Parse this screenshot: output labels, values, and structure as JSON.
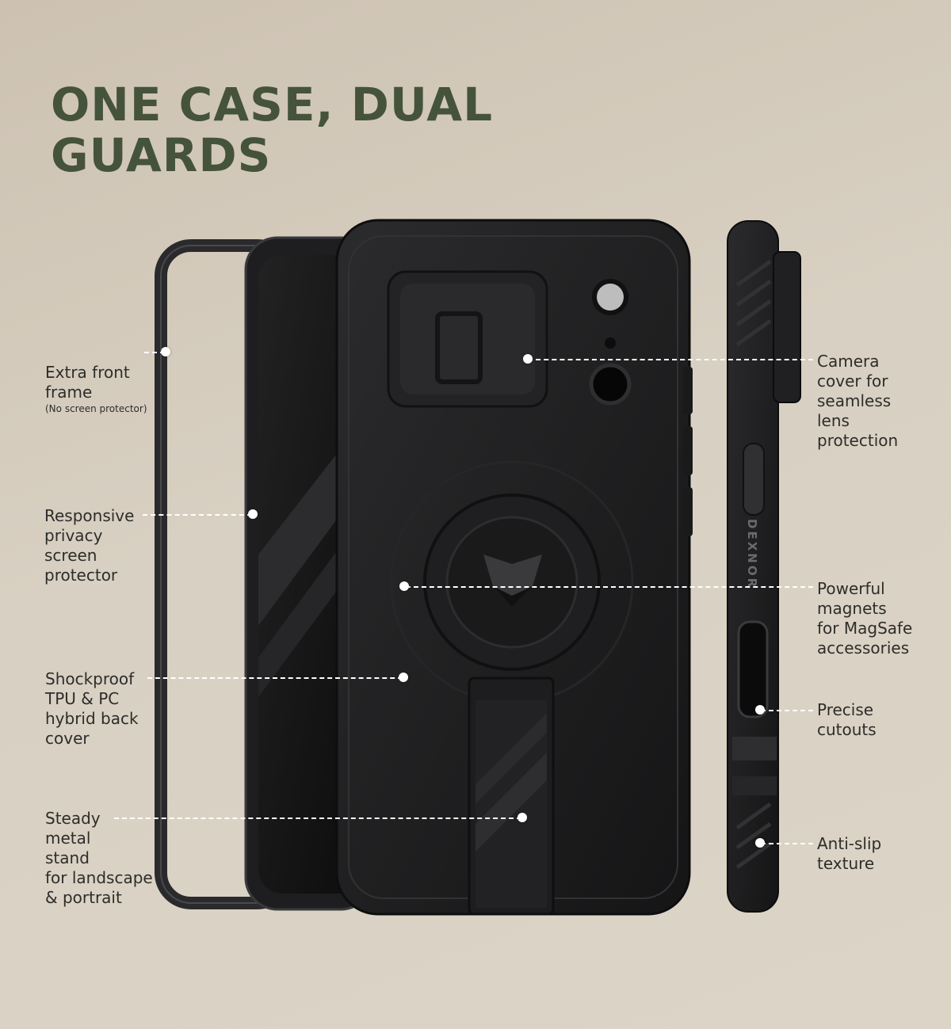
{
  "headline": "ONE CASE, DUAL\nGUARDS",
  "brand": "DEXNOR",
  "features_left": [
    {
      "text": "Extra front\nframe",
      "sub": "(No screen protector)"
    },
    {
      "text": "Responsive\nprivacy\nscreen\nprotector"
    },
    {
      "text": "Shockproof\nTPU & PC\nhybrid back\ncover"
    },
    {
      "text": "Steady\nmetal\nstand\nfor landscape\n& portrait"
    }
  ],
  "features_right": [
    {
      "text": "Camera\ncover for\nseamless\nlens\nprotection"
    },
    {
      "text": "Powerful\nmagnets\nfor MagSafe\naccessories"
    },
    {
      "text": "Precise\ncutouts"
    },
    {
      "text": "Anti-slip\ntexture"
    }
  ],
  "colors": {
    "headline": "#45533c",
    "background": "#d6cdbf",
    "case": "#1c1c1d",
    "leader": "#ffffff"
  }
}
